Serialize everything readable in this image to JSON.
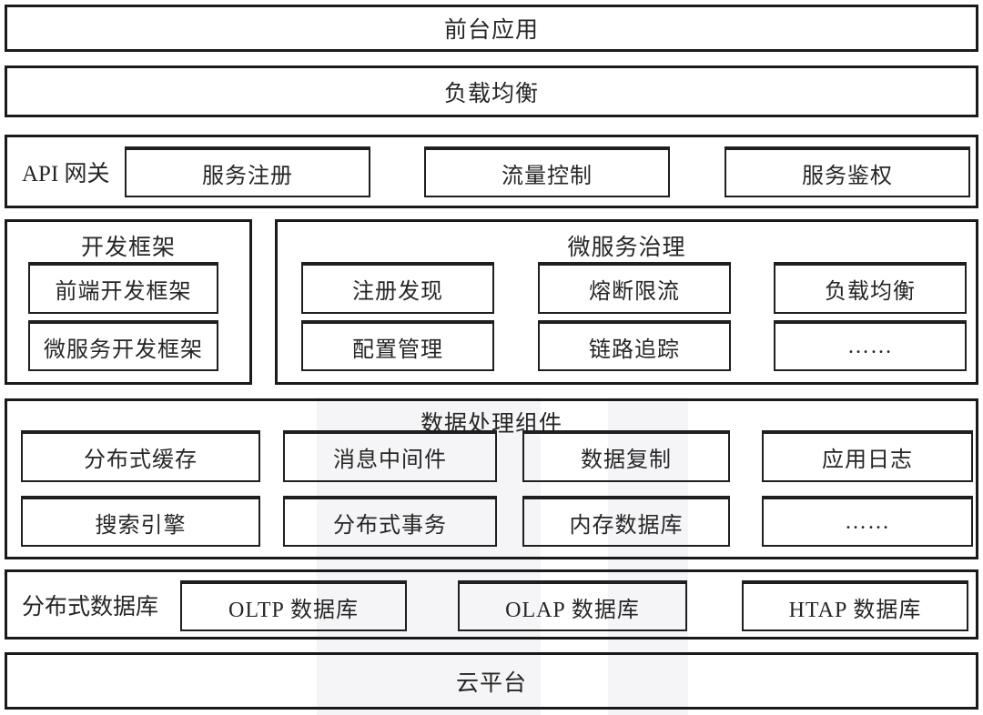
{
  "layers": {
    "frontend_app": {
      "label": "前台应用"
    },
    "load_balancer": {
      "label": "负载均衡"
    },
    "api_gateway": {
      "label": "API 网关",
      "items": [
        "服务注册",
        "流量控制",
        "服务鉴权"
      ]
    },
    "dev_framework": {
      "title": "开发框架",
      "items": [
        "前端开发框架",
        "微服务开发框架"
      ]
    },
    "microservice_governance": {
      "title": "微服务治理",
      "items": [
        "注册发现",
        "熔断限流",
        "负载均衡",
        "配置管理",
        "链路追踪",
        "……"
      ]
    },
    "data_processing": {
      "title": "数据处理组件",
      "items": [
        "分布式缓存",
        "消息中间件",
        "数据复制",
        "应用日志",
        "搜索引擎",
        "分布式事务",
        "内存数据库",
        "……"
      ]
    },
    "distributed_database": {
      "label": "分布式数据库",
      "items": [
        "OLTP 数据库",
        "OLAP 数据库",
        "HTAP 数据库"
      ]
    },
    "cloud_platform": {
      "label": "云平台"
    }
  },
  "colors": {
    "border": "#1a1a1a",
    "text": "#262626",
    "background": "#ffffff",
    "watermark": "#f5f5f7"
  }
}
